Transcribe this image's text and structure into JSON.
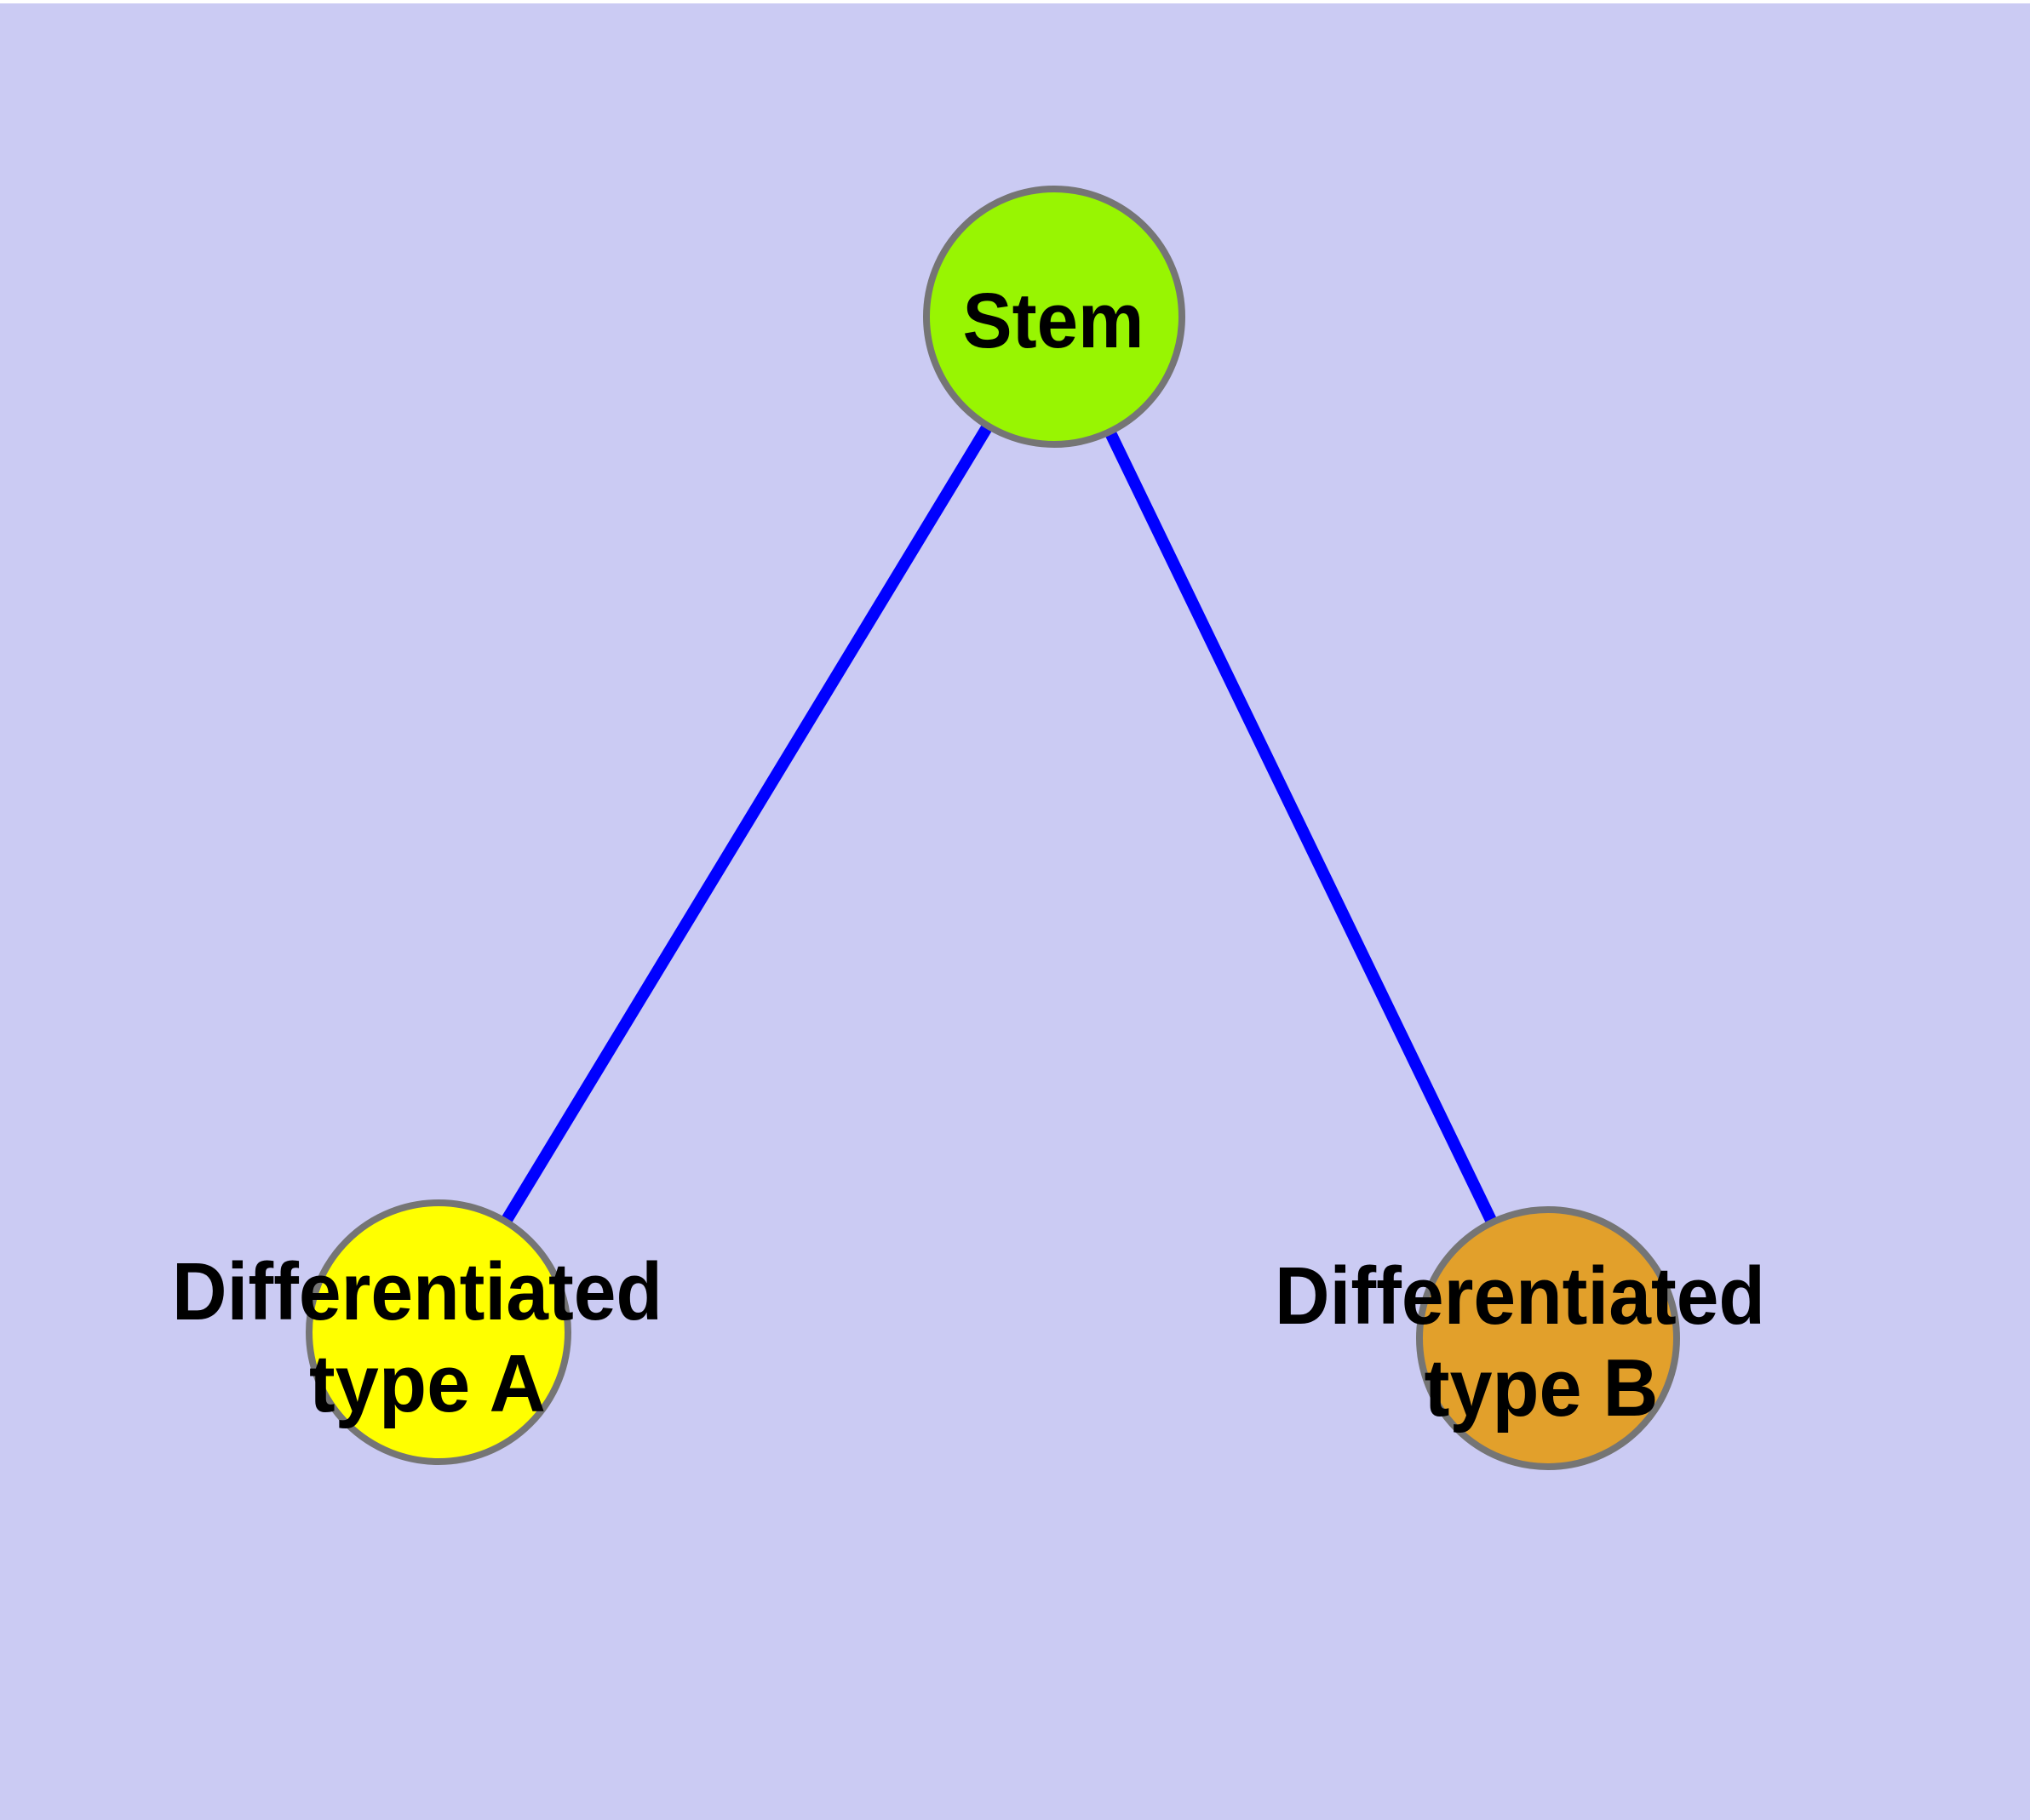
{
  "colors": {
    "background": "#CBCBF3",
    "top_strip": "#FFFFFF",
    "edge": "#0000FF",
    "node_border": "#757575",
    "label_text": "#000000"
  },
  "nodes": {
    "stem": {
      "label": "Stem",
      "fill": "#98F502"
    },
    "type_a": {
      "label_line1": "Differentiated",
      "label_line2": "type A",
      "fill": "#FFFF00"
    },
    "type_b": {
      "label_line1": "Differentiated",
      "label_line2": "type B",
      "fill": "#E2A02B"
    }
  },
  "edges": [
    {
      "from": "Stem",
      "to": "Differentiated type A"
    },
    {
      "from": "Stem",
      "to": "Differentiated type B"
    }
  ]
}
